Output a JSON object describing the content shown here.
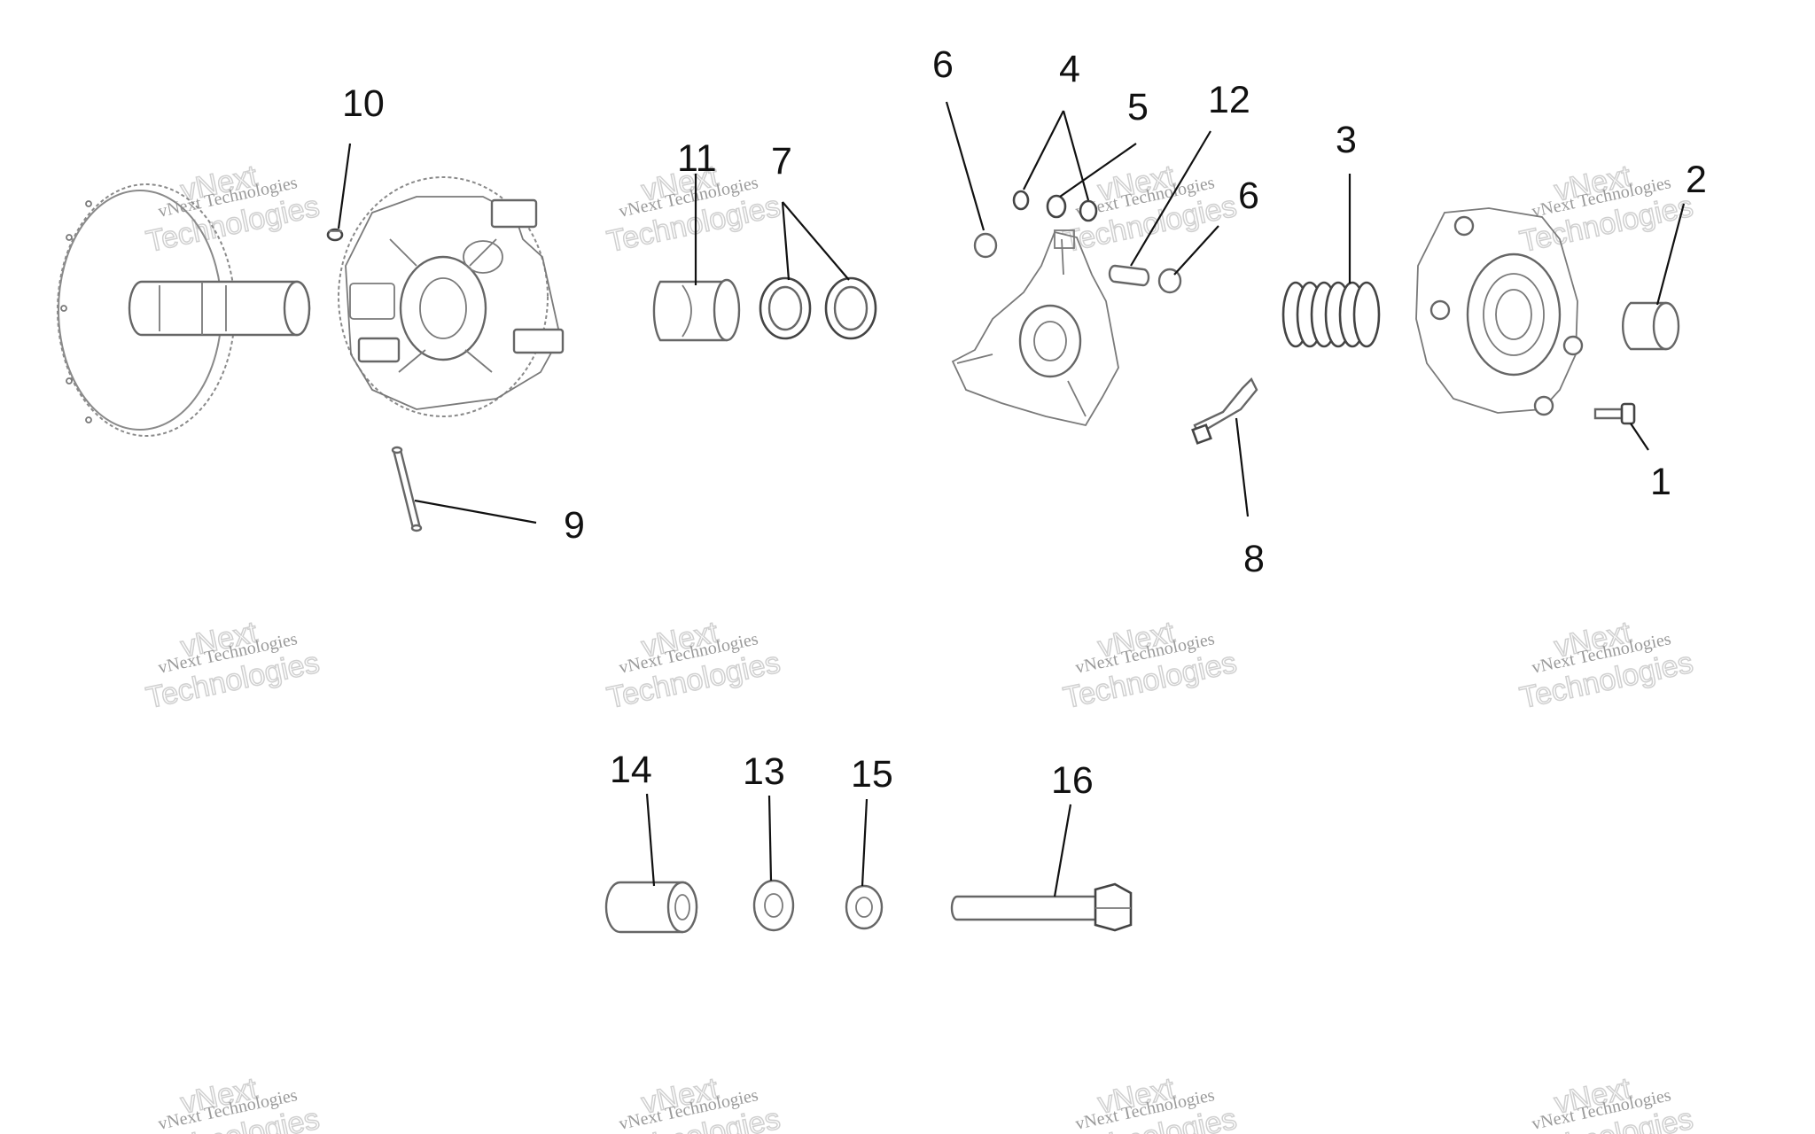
{
  "watermark": {
    "line1": "vNext Technologies",
    "line2": "vNext",
    "line3": "Technologies"
  },
  "callouts": {
    "c1": "1",
    "c2": "2",
    "c3": "3",
    "c4": "4",
    "c5": "5",
    "c6a": "6",
    "c6b": "6",
    "c7": "7",
    "c8": "8",
    "c9": "9",
    "c10": "10",
    "c11": "11",
    "c12": "12",
    "c13": "13",
    "c14": "14",
    "c15": "15",
    "c16": "16"
  }
}
